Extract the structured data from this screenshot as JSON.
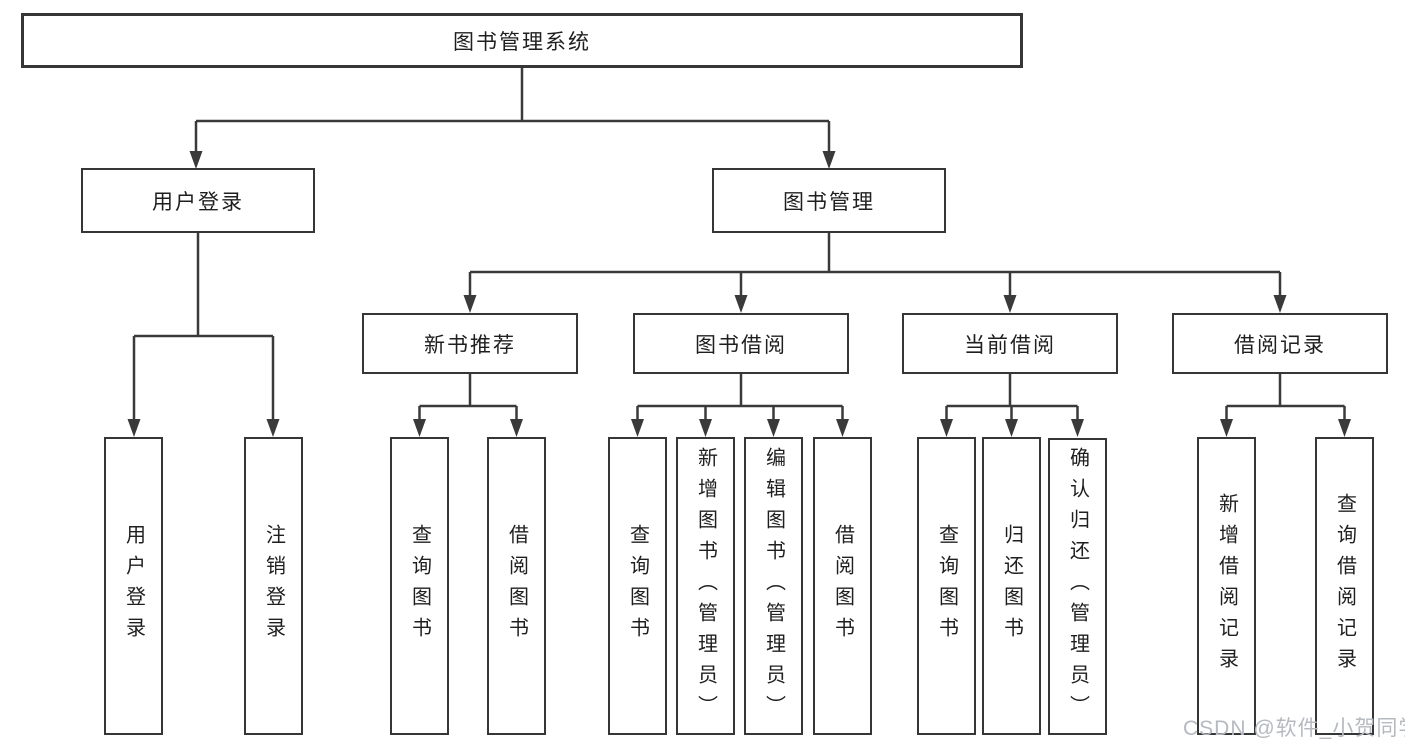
{
  "tree": {
    "root": {
      "label": "图书管理系统",
      "children": [
        {
          "label": "用户登录",
          "children": [
            {
              "label": "用户登录"
            },
            {
              "label": "注销登录"
            }
          ]
        },
        {
          "label": "图书管理",
          "children": [
            {
              "label": "新书推荐",
              "children": [
                {
                  "label": "查询图书"
                },
                {
                  "label": "借阅图书"
                }
              ]
            },
            {
              "label": "图书借阅",
              "children": [
                {
                  "label": "查询图书"
                },
                {
                  "label": "新增图书（管理员）"
                },
                {
                  "label": "编辑图书（管理员）"
                },
                {
                  "label": "借阅图书"
                }
              ]
            },
            {
              "label": "当前借阅",
              "children": [
                {
                  "label": "查询图书"
                },
                {
                  "label": "归还图书"
                },
                {
                  "label": "确认归还（管理员）"
                }
              ]
            },
            {
              "label": "借阅记录",
              "children": [
                {
                  "label": "新增借阅记录"
                },
                {
                  "label": "查询借阅记录"
                }
              ]
            }
          ]
        }
      ]
    }
  },
  "watermark": "CSDN @软件_小贺同学",
  "colors": {
    "line": "#3a3a3a",
    "box_border": "#363636",
    "text": "#1f1f1f",
    "watermark": "#b5b9c0",
    "background": "#ffffff"
  }
}
